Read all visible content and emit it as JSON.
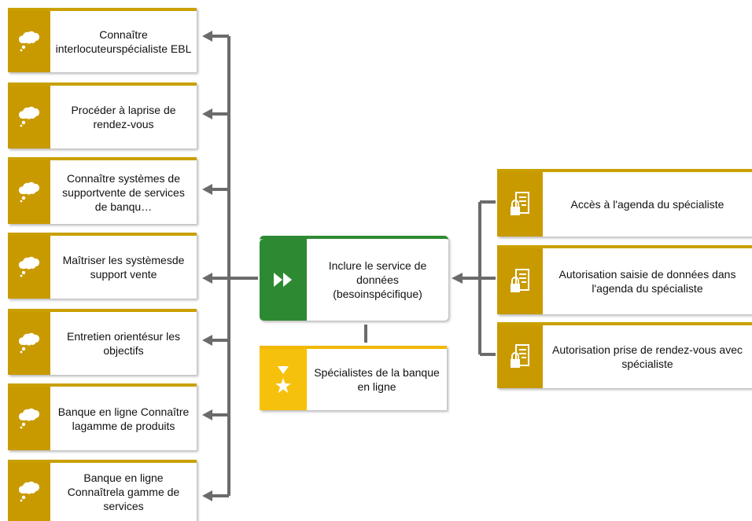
{
  "knowledge_items": [
    {
      "label": "Connaître interlocuteurspécialiste EBL"
    },
    {
      "label": "Procéder à laprise de rendez-vous"
    },
    {
      "label": "Connaître systèmes de supportvente de services de banqu…"
    },
    {
      "label": "Maîtriser les systèmesde support vente"
    },
    {
      "label": "Entretien orientésur les objectifs"
    },
    {
      "label": "Banque en ligne Connaître lagamme de produits"
    },
    {
      "label": "Banque en ligne Connaîtrela gamme de services"
    }
  ],
  "process": {
    "label": "Inclure le service de données (besoinspécifique)"
  },
  "role": {
    "label": "Spécialistes de la banque en ligne"
  },
  "permissions": [
    {
      "label": "Accès à l'agenda du spécialiste"
    },
    {
      "label": "Autorisation saisie de données dans l'agenda du spécialiste"
    },
    {
      "label": "Autorisation prise de rendez-vous avec spécialiste"
    }
  ],
  "colors": {
    "knowledge": "#c99a00",
    "process": "#2e8a32",
    "role": "#f6c10c",
    "permission": "#c99a00",
    "connector": "#6b6b6b"
  },
  "icons": {
    "knowledge": "thought-cloud-icon",
    "process": "fast-forward-icon",
    "role": "star-person-icon",
    "permission": "lock-document-icon"
  }
}
